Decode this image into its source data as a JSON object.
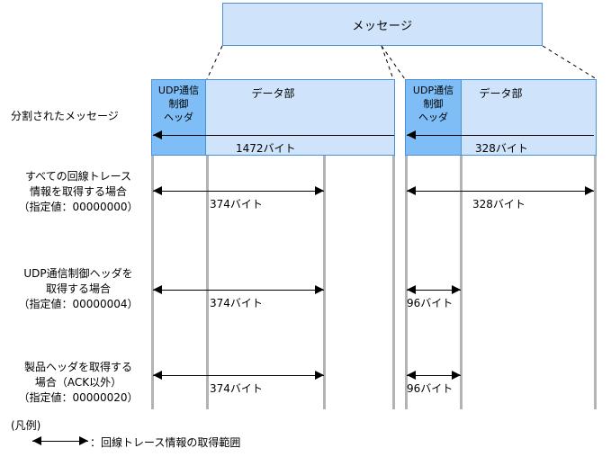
{
  "diagram": {
    "message_box": {
      "label": "メッセージ"
    },
    "segments": [
      {
        "id": "segment-1",
        "header_label": "UDP通信\n制御\nヘッダ",
        "data_label": "データ部",
        "size_caption": "1472バイト"
      },
      {
        "id": "segment-2",
        "header_label": "UDP通信\n制御\nヘッダ",
        "data_label": "データ部",
        "size_caption": "328バイト"
      }
    ],
    "row_labels": {
      "split_message": "分割されたメッセージ",
      "case_all_trace": "すべての回線トレース\n情報を取得する場合\n（指定値：00000000）",
      "case_udp_header": "UDP通信制御ヘッダを\n取得する場合\n（指定値：00000004）",
      "case_product_header": "製品ヘッダを取得する\n場合（ACK以外）\n（指定値：00000020）"
    },
    "captions": {
      "row_all_left": "374バイト",
      "row_all_right": "328バイト",
      "row_udp_left": "374バイト",
      "row_udp_right": "96バイト",
      "row_product_left": "374バイト",
      "row_product_right": "96バイト"
    },
    "legend": {
      "title": "(凡例)",
      "description": "：回線トレース情報の取得範囲"
    },
    "colors": {
      "data_fill": "#cfe4fa",
      "header_fill": "#7ebdf5",
      "border": "#4a90d9",
      "guide_line": "#b3b3b3",
      "arrow": "#000000"
    }
  }
}
